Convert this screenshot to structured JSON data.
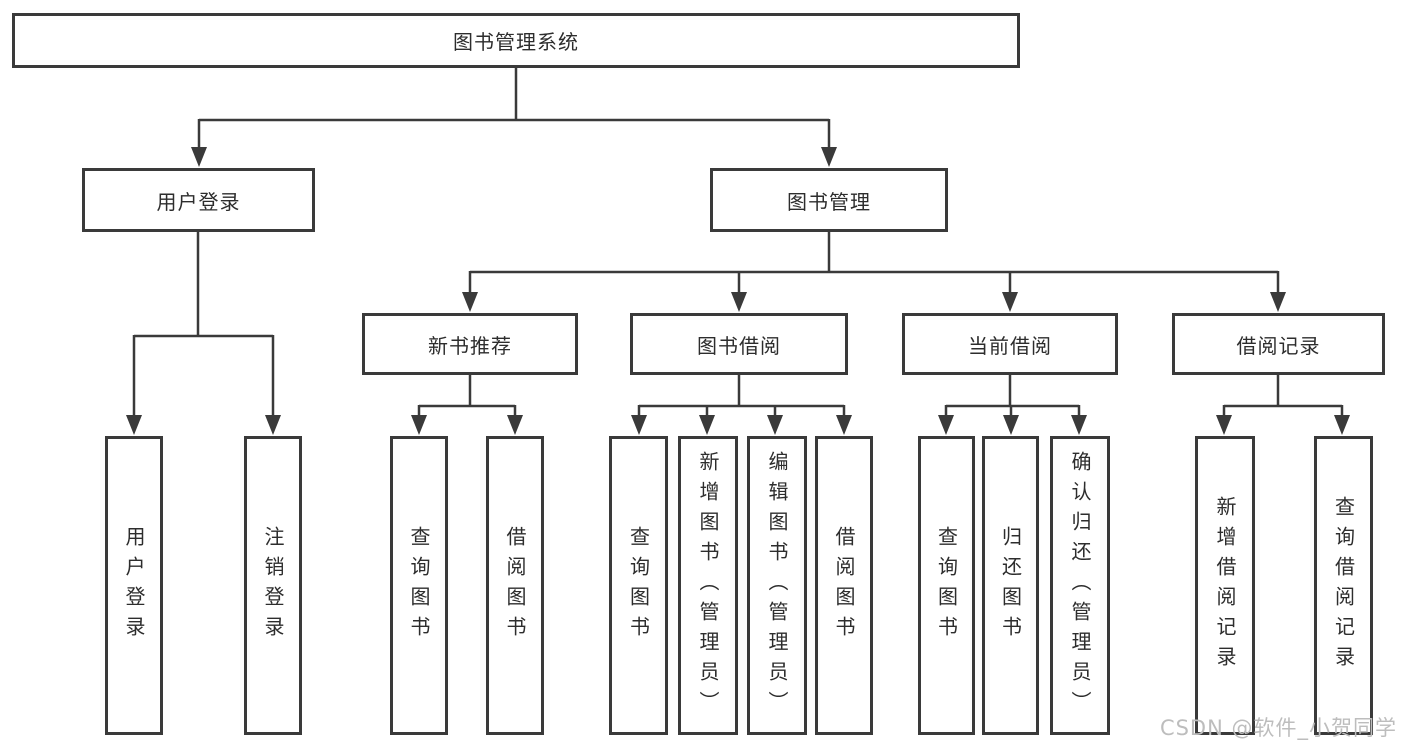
{
  "diagram": {
    "root": {
      "label": "图书管理系统",
      "children": [
        {
          "label": "用户登录",
          "children": [
            {
              "label": "用户登录"
            },
            {
              "label": "注销登录"
            }
          ]
        },
        {
          "label": "图书管理",
          "children": [
            {
              "label": "新书推荐",
              "children": [
                {
                  "label": "查询图书"
                },
                {
                  "label": "借阅图书"
                }
              ]
            },
            {
              "label": "图书借阅",
              "children": [
                {
                  "label": "查询图书"
                },
                {
                  "label": "新增图书（管理员）"
                },
                {
                  "label": "编辑图书（管理员）"
                },
                {
                  "label": "借阅图书"
                }
              ]
            },
            {
              "label": "当前借阅",
              "children": [
                {
                  "label": "查询图书"
                },
                {
                  "label": "归还图书"
                },
                {
                  "label": "确认归还（管理员）"
                }
              ]
            },
            {
              "label": "借阅记录",
              "children": [
                {
                  "label": "新增借阅记录"
                },
                {
                  "label": "查询借阅记录"
                }
              ]
            }
          ]
        }
      ]
    }
  },
  "watermark": {
    "text": "CSDN @软件_小贺同学"
  },
  "colors": {
    "line": "#3a3a3a",
    "box_border": "#3a3a3a",
    "text": "#2d2d2d",
    "watermark": "#bdbdbd",
    "background": "#ffffff"
  }
}
